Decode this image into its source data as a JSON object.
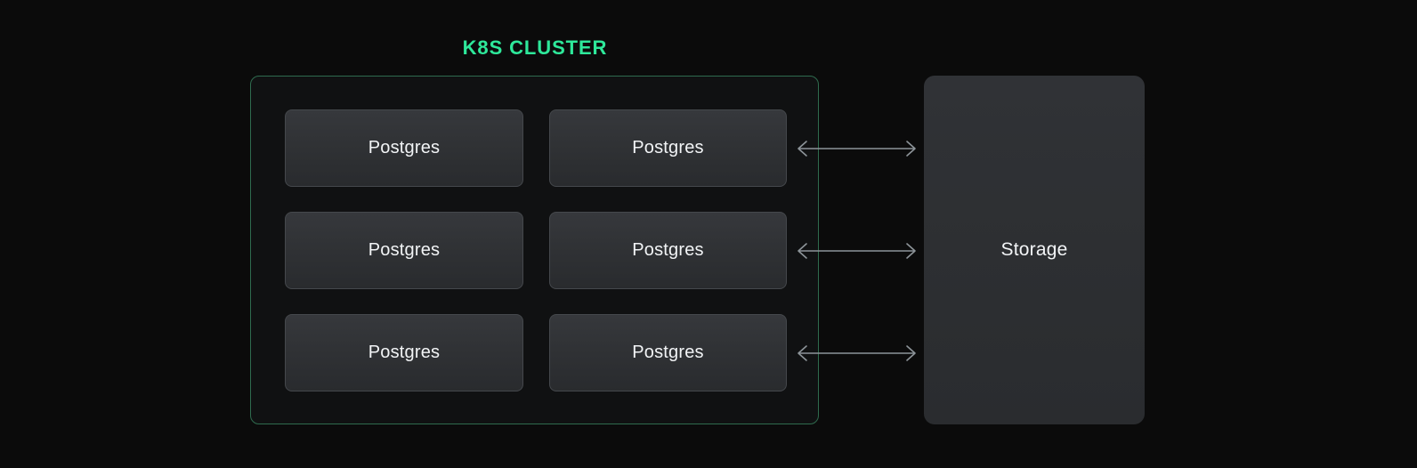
{
  "diagram": {
    "background_color": "#0b0b0b",
    "cluster": {
      "title": "K8S CLUSTER",
      "title_color": "#2ee89a",
      "border_color": "#2f6b4e",
      "fill_color": "#101112",
      "nodes": [
        {
          "label": "Postgres",
          "column": "left",
          "row": 1
        },
        {
          "label": "Postgres",
          "column": "right",
          "row": 1
        },
        {
          "label": "Postgres",
          "column": "left",
          "row": 2
        },
        {
          "label": "Postgres",
          "column": "right",
          "row": 2
        },
        {
          "label": "Postgres",
          "column": "left",
          "row": 3
        },
        {
          "label": "Postgres",
          "column": "right",
          "row": 3
        }
      ],
      "node_fill_color": "#303235",
      "node_border_color": "#45484c",
      "node_text_color": "#f2f4f6"
    },
    "storage": {
      "label": "Storage",
      "fill_color": "#2d2f32",
      "text_color": "#f2f4f6"
    },
    "connectors": [
      {
        "direction": "bidirectional",
        "row": 1,
        "color": "#8d9499"
      },
      {
        "direction": "bidirectional",
        "row": 2,
        "color": "#8d9499"
      },
      {
        "direction": "bidirectional",
        "row": 3,
        "color": "#8d9499"
      }
    ]
  }
}
